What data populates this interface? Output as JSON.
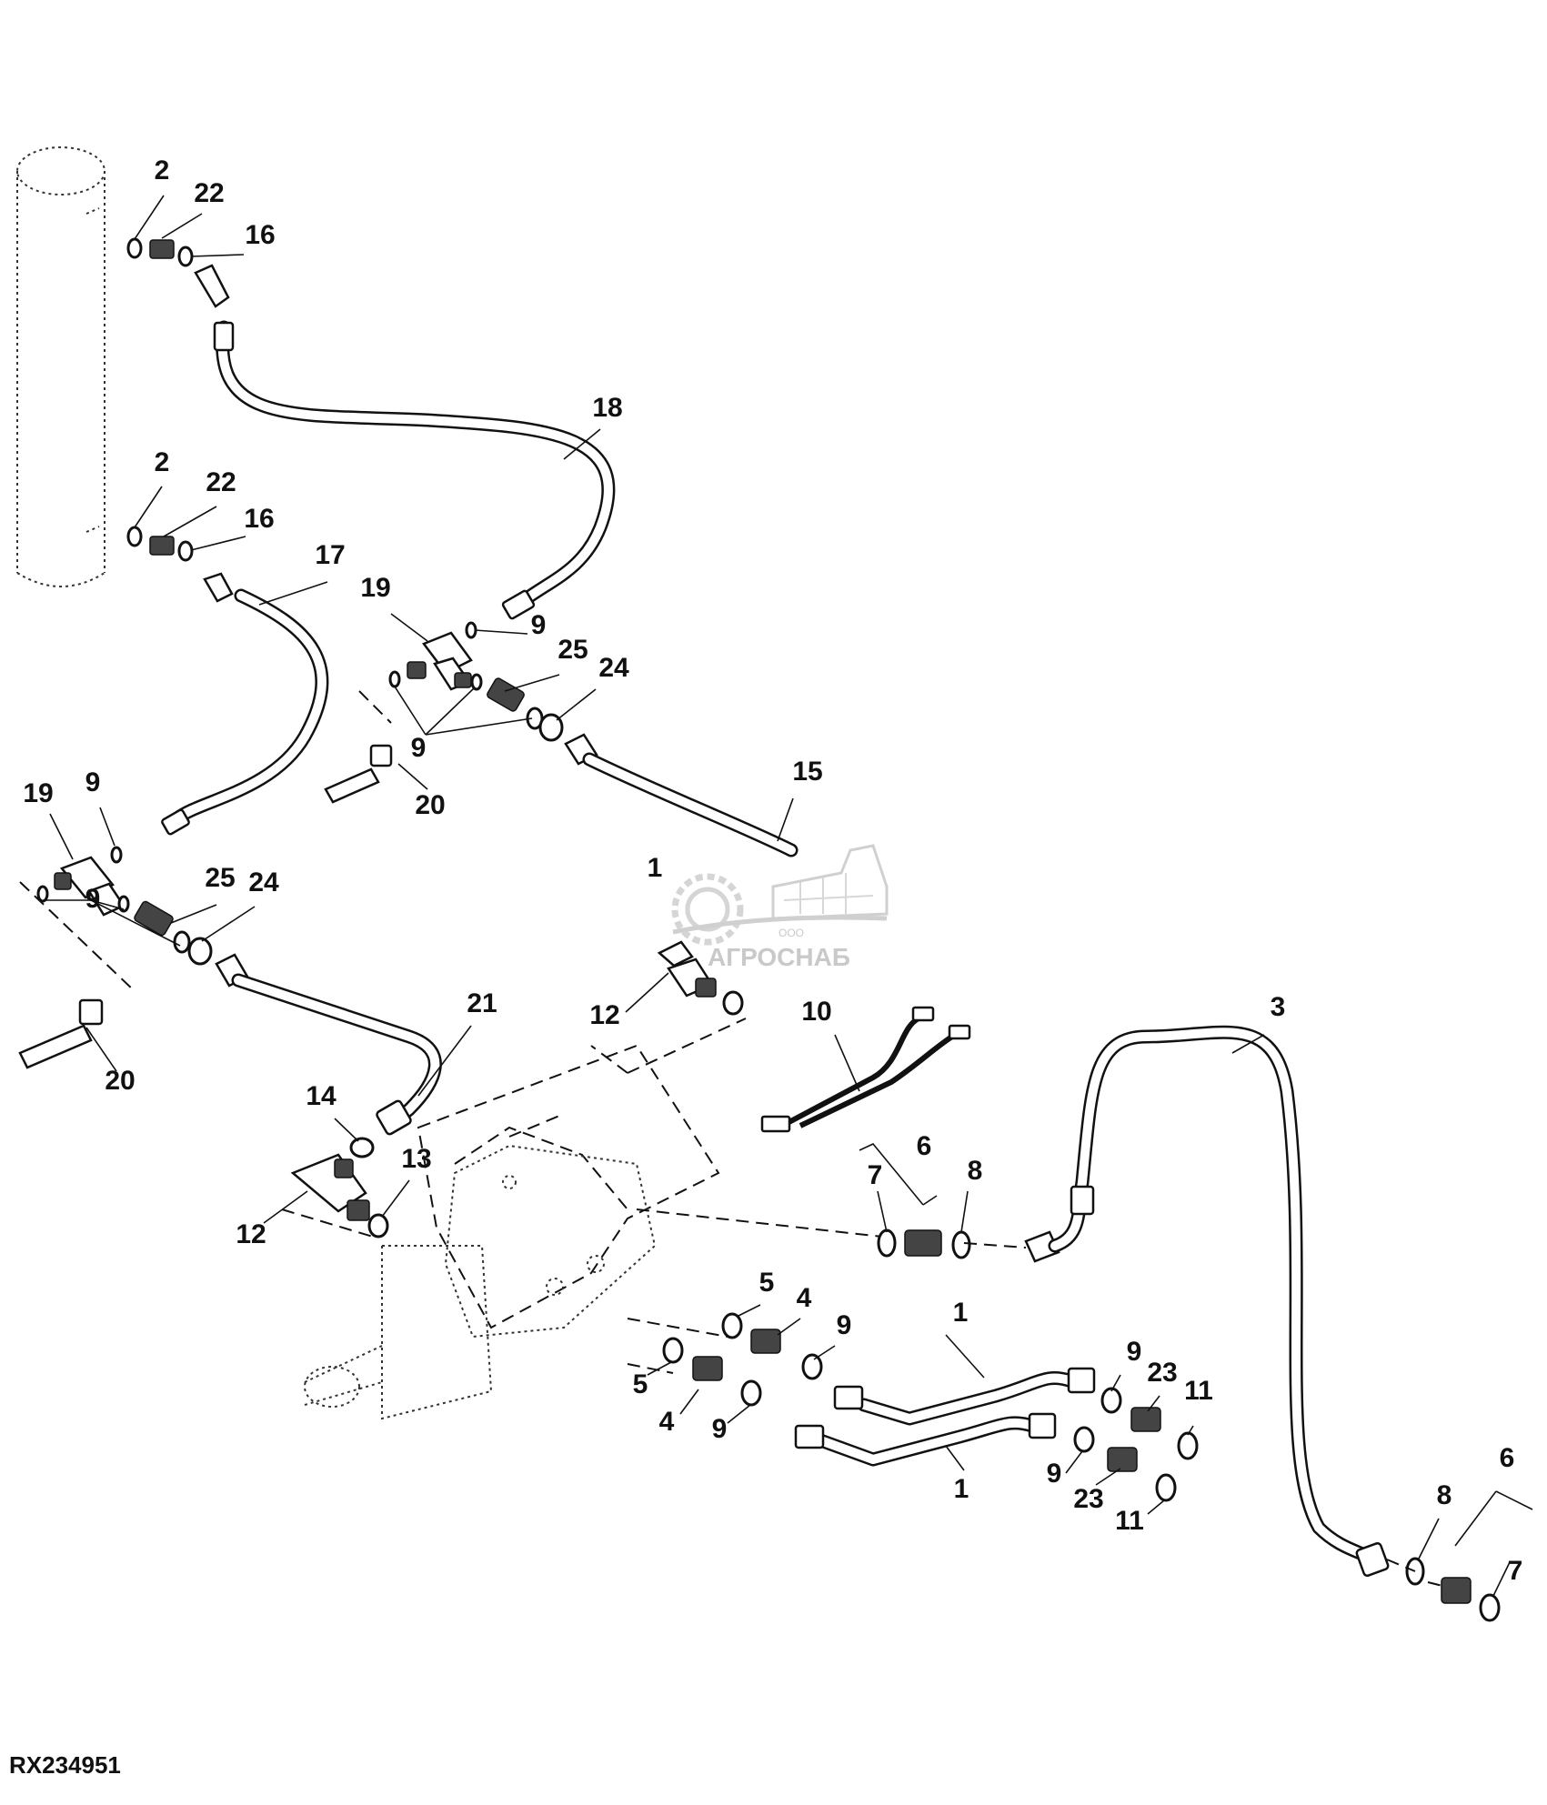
{
  "drawing_id": "RX234951",
  "watermark": {
    "prefix": "ООО",
    "name": "АГРОСНАБ"
  },
  "callouts": [
    {
      "id": "c-2a",
      "label": "2"
    },
    {
      "id": "c-22a",
      "label": "22"
    },
    {
      "id": "c-16a",
      "label": "16"
    },
    {
      "id": "c-18",
      "label": "18"
    },
    {
      "id": "c-2b",
      "label": "2"
    },
    {
      "id": "c-22b",
      "label": "22"
    },
    {
      "id": "c-16b",
      "label": "16"
    },
    {
      "id": "c-17",
      "label": "17"
    },
    {
      "id": "c-19a",
      "label": "19"
    },
    {
      "id": "c-9a",
      "label": "9"
    },
    {
      "id": "c-25a",
      "label": "25"
    },
    {
      "id": "c-24a",
      "label": "24"
    },
    {
      "id": "c-9b",
      "label": "9"
    },
    {
      "id": "c-20a",
      "label": "20"
    },
    {
      "id": "c-15",
      "label": "15"
    },
    {
      "id": "c-19b",
      "label": "19"
    },
    {
      "id": "c-9c",
      "label": "9"
    },
    {
      "id": "c-25b",
      "label": "25"
    },
    {
      "id": "c-24b",
      "label": "24"
    },
    {
      "id": "c-9d",
      "label": "9"
    },
    {
      "id": "c-20b",
      "label": "20"
    },
    {
      "id": "c-1a",
      "label": "1"
    },
    {
      "id": "c-12a",
      "label": "12"
    },
    {
      "id": "c-10",
      "label": "10"
    },
    {
      "id": "c-21",
      "label": "21"
    },
    {
      "id": "c-3",
      "label": "3"
    },
    {
      "id": "c-14",
      "label": "14"
    },
    {
      "id": "c-13",
      "label": "13"
    },
    {
      "id": "c-12b",
      "label": "12"
    },
    {
      "id": "c-6a",
      "label": "6"
    },
    {
      "id": "c-7a",
      "label": "7"
    },
    {
      "id": "c-8a",
      "label": "8"
    },
    {
      "id": "c-5a",
      "label": "5"
    },
    {
      "id": "c-4a",
      "label": "4"
    },
    {
      "id": "c-9e",
      "label": "9"
    },
    {
      "id": "c-1b",
      "label": "1"
    },
    {
      "id": "c-5b",
      "label": "5"
    },
    {
      "id": "c-4b",
      "label": "4"
    },
    {
      "id": "c-9f",
      "label": "9"
    },
    {
      "id": "c-9g",
      "label": "9"
    },
    {
      "id": "c-23a",
      "label": "23"
    },
    {
      "id": "c-11a",
      "label": "11"
    },
    {
      "id": "c-1c",
      "label": "1"
    },
    {
      "id": "c-9h",
      "label": "9"
    },
    {
      "id": "c-23b",
      "label": "23"
    },
    {
      "id": "c-11b",
      "label": "11"
    },
    {
      "id": "c-8b",
      "label": "8"
    },
    {
      "id": "c-6b",
      "label": "6"
    },
    {
      "id": "c-7b",
      "label": "7"
    }
  ]
}
